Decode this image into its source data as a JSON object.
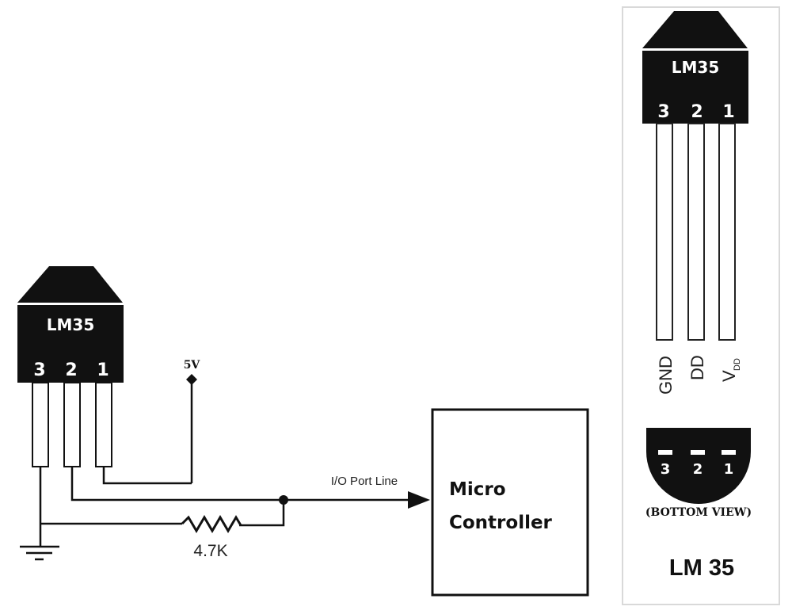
{
  "circuit": {
    "sensor": {
      "label": "LM35",
      "pins": [
        "3",
        "2",
        "1"
      ]
    },
    "supply_label": "5V",
    "resistor_label": "4.7K",
    "signal_label": "I/O Port  Line",
    "microcontroller": {
      "line1": "Micro",
      "line2": "Controller"
    }
  },
  "pinout_panel": {
    "chip_label": "LM35",
    "pins": [
      "3",
      "2",
      "1"
    ],
    "pin_names": {
      "pin3": "GND",
      "pin2": "DD",
      "pin1_main": "V",
      "pin1_sub": "DD"
    },
    "bottom_view_pins": [
      "3",
      "2",
      "1"
    ],
    "bottom_view_caption": "(BOTTOM VIEW)",
    "title": "LM 35"
  },
  "colors": {
    "ink": "#111111",
    "panel_border": "#d9d9d9",
    "background": "#ffffff"
  }
}
